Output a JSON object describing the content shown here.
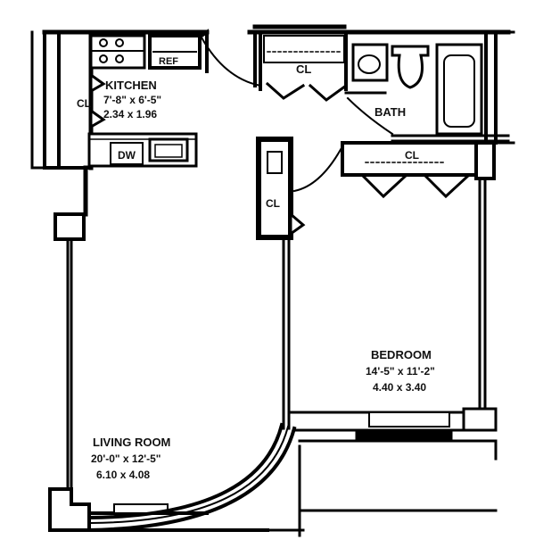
{
  "rooms": {
    "kitchen": {
      "name": "KITCHEN",
      "dim_imperial": "7'-8\" x 6'-5\"",
      "dim_metric": "2.34 x 1.96"
    },
    "living_room": {
      "name": "LIVING ROOM",
      "dim_imperial": "20'-0\" x 12'-5\"",
      "dim_metric": "6.10 x 4.08"
    },
    "bedroom": {
      "name": "BEDROOM",
      "dim_imperial": "14'-5\" x 11'-2\"",
      "dim_metric": "4.40 x 3.40"
    },
    "bath": {
      "name": "BATH"
    }
  },
  "fixtures": {
    "refrigerator": "REF",
    "dishwasher": "DW",
    "closet": "CL"
  },
  "colors": {
    "ink": "#000000",
    "paper": "#ffffff"
  }
}
